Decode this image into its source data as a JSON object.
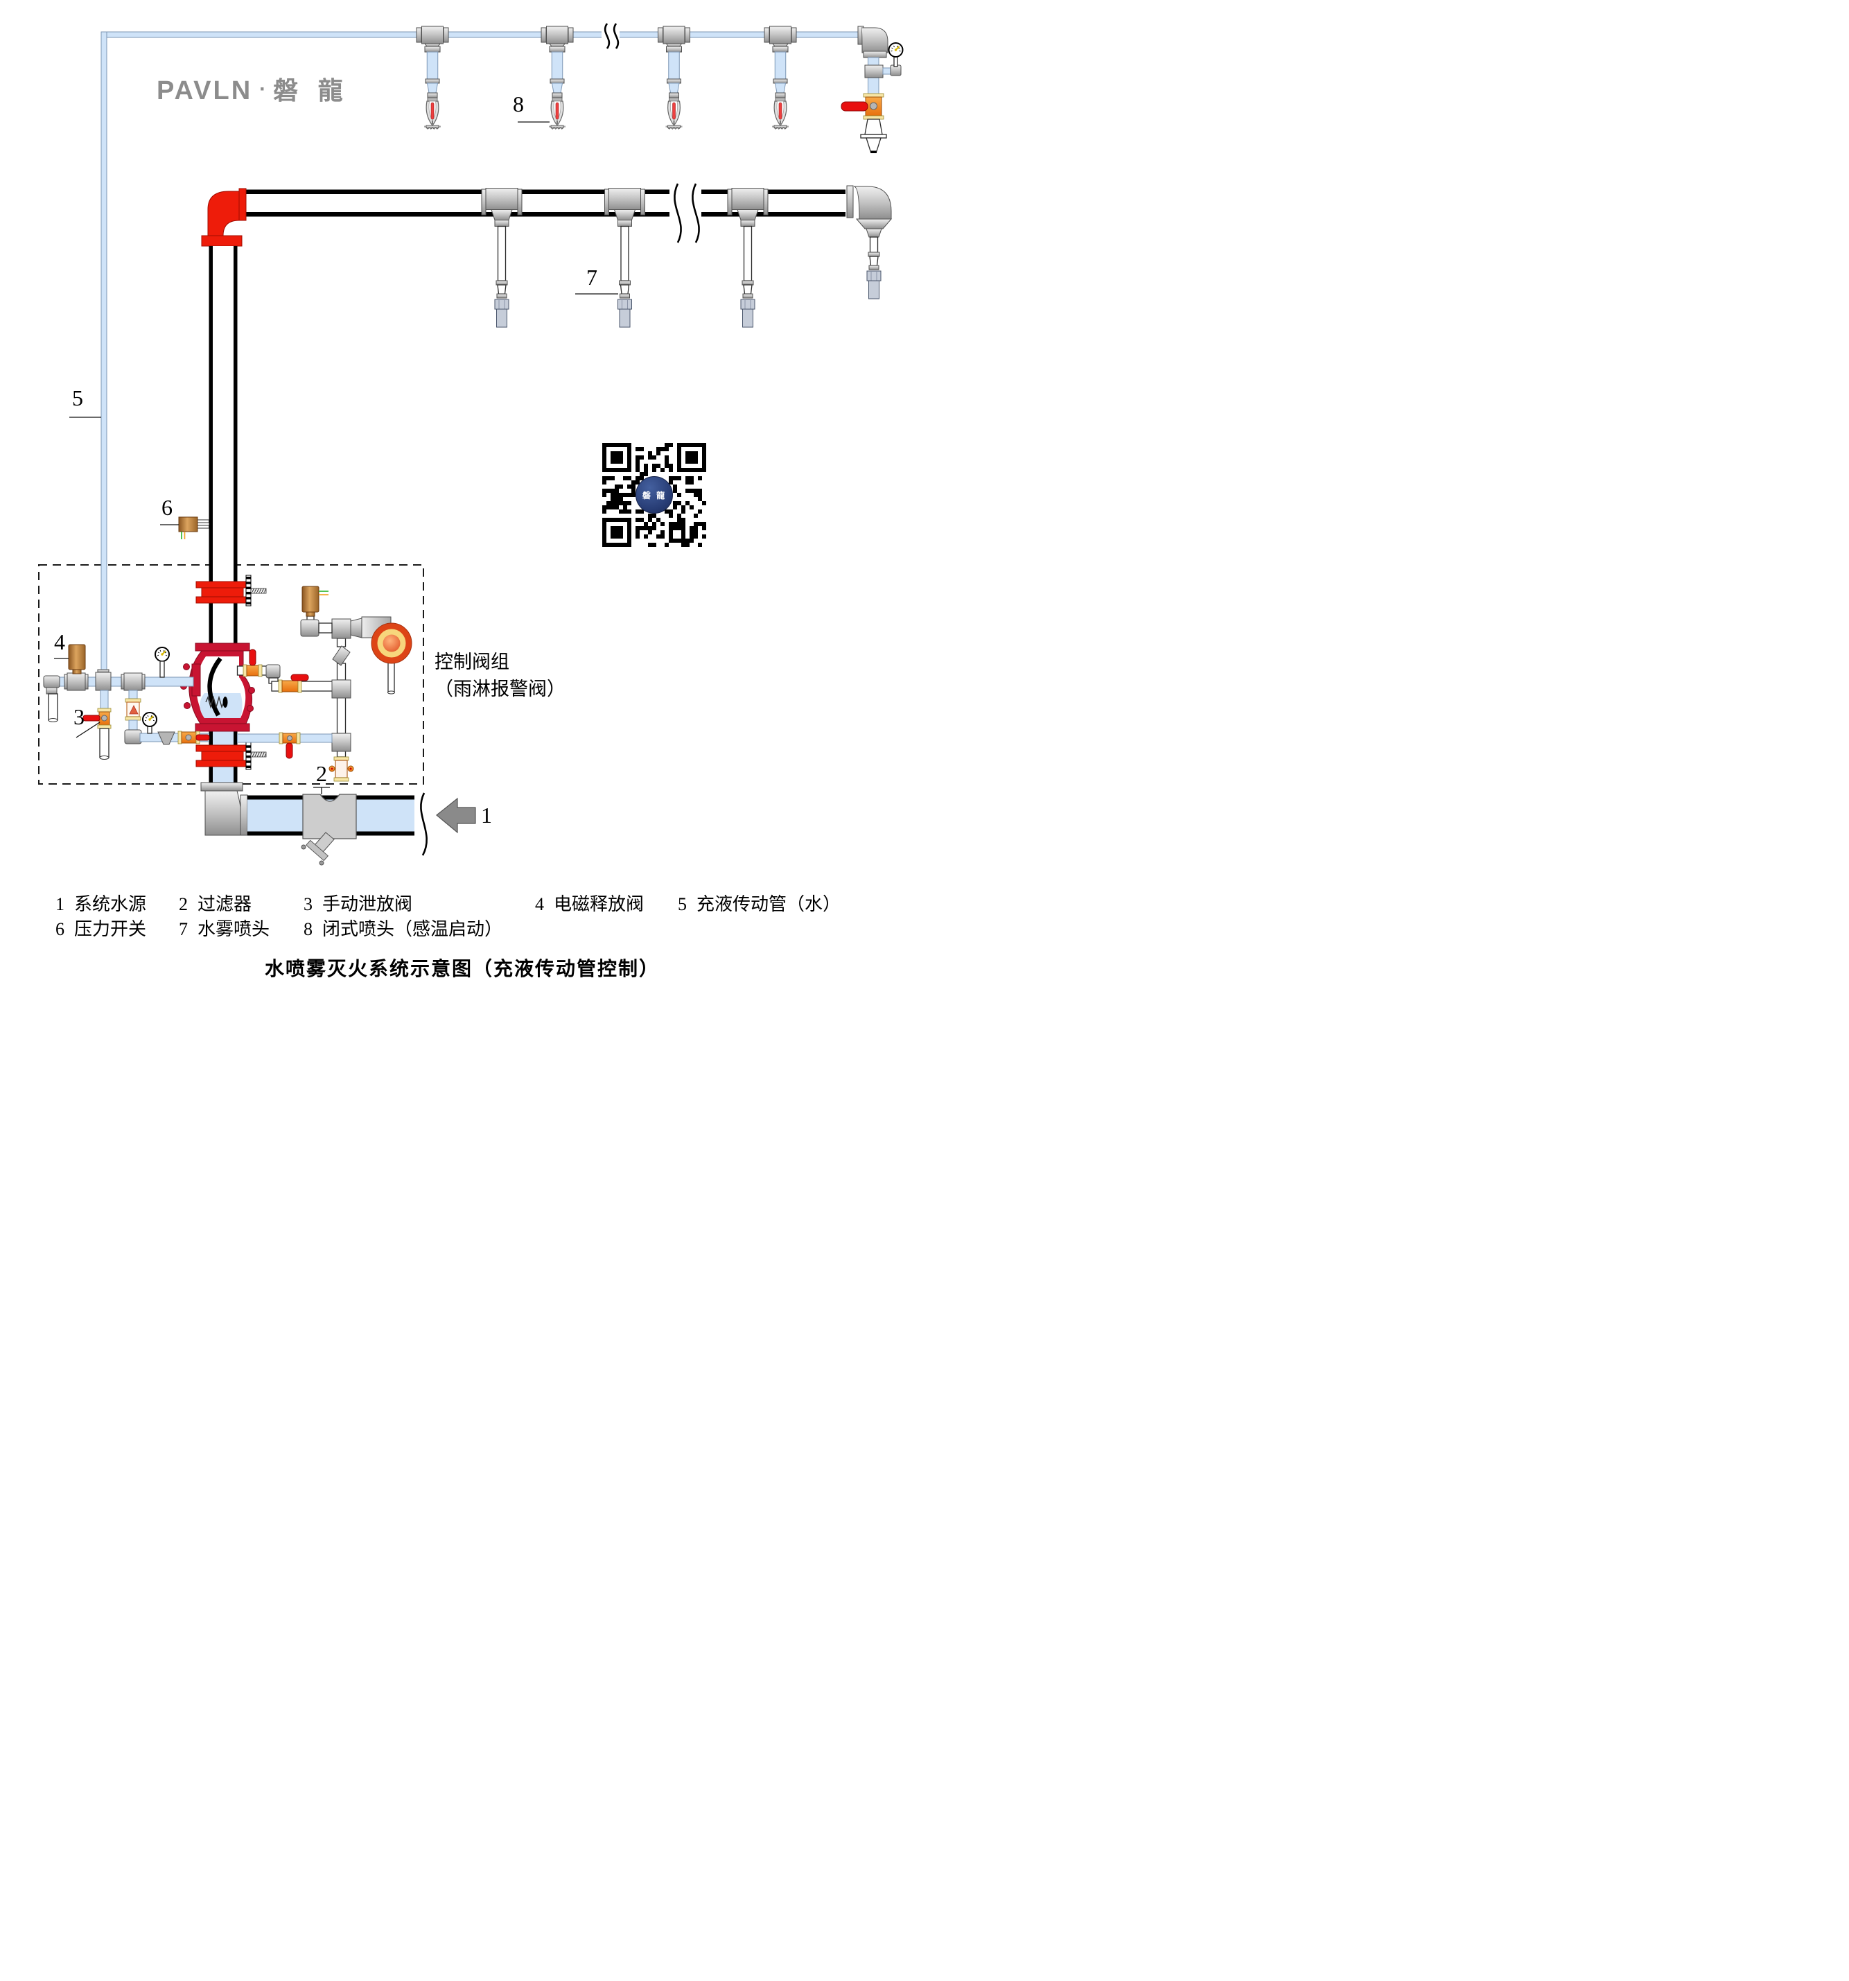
{
  "brand": {
    "latin": "PAVLN",
    "separator": "·",
    "cjk": "磐 龍"
  },
  "callouts": {
    "c1": "1",
    "c2": "2",
    "c3": "3",
    "c4": "4",
    "c5": "5",
    "c6": "6",
    "c7": "7",
    "c8": "8"
  },
  "control_group_label": {
    "line1": "控制阀组",
    "line2": "（雨淋报警阀）"
  },
  "qr": {
    "center_label": "磐 龍"
  },
  "legend": {
    "row1": [
      {
        "num": "1",
        "label": "系统水源"
      },
      {
        "num": "2",
        "label": "过滤器"
      },
      {
        "num": "3",
        "label": "手动泄放阀"
      },
      {
        "num": "4",
        "label": "电磁释放阀"
      },
      {
        "num": "5",
        "label": "充液传动管（水）"
      }
    ],
    "row2": [
      {
        "num": "6",
        "label": "压力开关"
      },
      {
        "num": "7",
        "label": "水雾喷头"
      },
      {
        "num": "8",
        "label": "闭式喷头（感温启动）"
      }
    ]
  },
  "title": "水喷雾灭火系统示意图（充液传动管控制）",
  "colors": {
    "water_pipe_fill": "#cfe3f8",
    "dry_pipe_fill": "#ffffff",
    "alarm_red": "#ee1c0a",
    "deluge_crimson": "#c81432",
    "copper_brass": "#c08840",
    "valve_orange": "#f5831e",
    "gong_orange": "#dd4416",
    "qr_badge_blue": "#2b4a94",
    "arrow_gray": "#8a8a8a",
    "logo_gray": "#8c8c8c"
  }
}
